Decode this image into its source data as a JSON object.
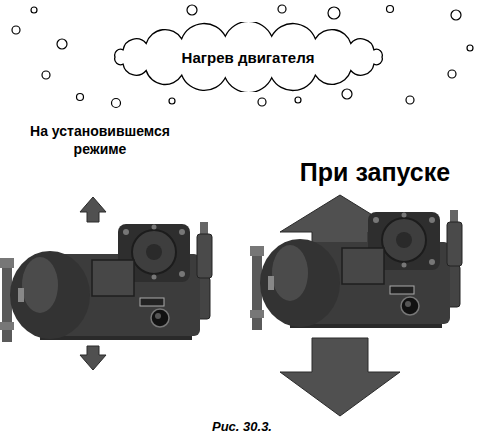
{
  "diagram": {
    "caption": "Рис. 30.3.",
    "nodes": [
      {
        "text": [
          "Нагрев двигателя"
        ]
      }
    ],
    "labels": [
      "На установившемся режиме",
      "При запуске"
    ]
  }
}
